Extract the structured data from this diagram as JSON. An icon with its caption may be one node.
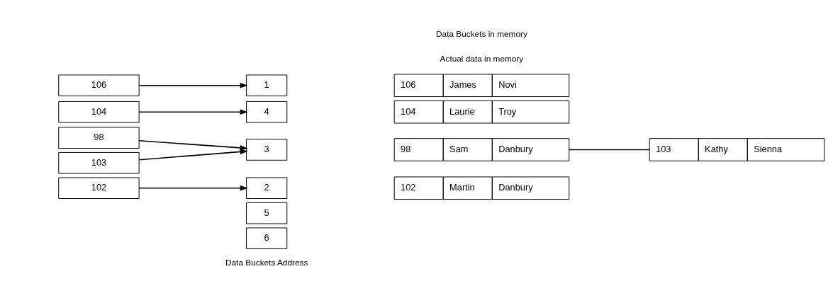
{
  "diagram": {
    "nodes": [
      {
        "text": [
          "98"
        ]
      },
      {
        "text": [
          "103"
        ]
      },
      {
        "text": [
          "106"
        ]
      },
      {
        "text": [
          "104"
        ]
      },
      {
        "text": [
          "102"
        ]
      },
      {
        "text": [
          "1"
        ]
      },
      {
        "text": [
          "2"
        ]
      },
      {
        "text": [
          "3"
        ]
      },
      {
        "text": [
          "4"
        ]
      },
      {
        "text": [
          "5"
        ]
      },
      {
        "text": [
          "6"
        ]
      },
      {
        "text": [
          "106",
          "James",
          "Novi"
        ]
      },
      {
        "text": [
          "102",
          "Martin",
          "Danbury"
        ]
      },
      {
        "text": [
          "98",
          "Sam",
          "Danbury"
        ]
      },
      {
        "text": [
          "104",
          "Laurie",
          "Troy"
        ]
      },
      {
        "text": [
          "103",
          "Kathy",
          "Sienna"
        ]
      }
    ],
    "edges": [
      {
        "from": 0,
        "to": 7,
        "arrow": "to"
      },
      {
        "from": 1,
        "to": 7,
        "arrow": "to"
      },
      {
        "from": 2,
        "to": 5,
        "arrow": "to"
      },
      {
        "from": 3,
        "to": 8,
        "arrow": "to"
      },
      {
        "from": 4,
        "to": 6,
        "arrow": "to"
      },
      {
        "from": 13,
        "to": 15,
        "arrow": "none"
      }
    ],
    "labels": [
      "Data Buckets in memory",
      "Data Buckets Address",
      "Actual data in memory"
    ]
  }
}
